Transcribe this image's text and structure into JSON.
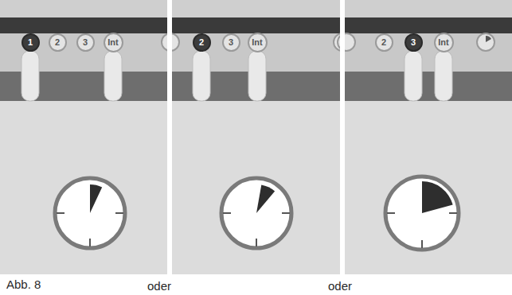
{
  "diagram": {
    "caption": "Abb. 8",
    "nodes": [
      {
        "text": [
          "1"
        ]
      },
      {
        "text": [
          "2"
        ]
      },
      {
        "text": [
          "3"
        ]
      },
      {
        "text": [
          "Int"
        ]
      },
      {
        "text": [
          "2"
        ]
      },
      {
        "text": [
          "3"
        ]
      },
      {
        "text": [
          "Int"
        ]
      },
      {
        "text": [
          "2"
        ]
      },
      {
        "text": [
          "3"
        ]
      },
      {
        "text": [
          "Int"
        ]
      }
    ],
    "labels": [
      "oder",
      "oder"
    ]
  }
}
